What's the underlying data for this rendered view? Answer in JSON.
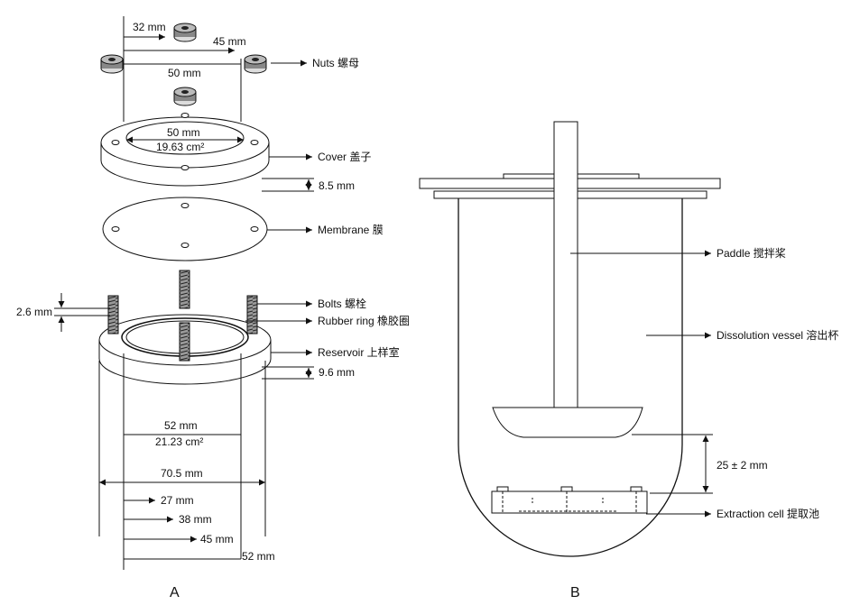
{
  "panel_a": {
    "letter": "A",
    "dims": {
      "d32": "32 mm",
      "d45": "45 mm",
      "d50": "50 mm",
      "cover_d": "50 mm",
      "cover_area": "19.63 cm²",
      "cover_h": "8.5 mm",
      "bolt_h": "2.6 mm",
      "res_h": "9.6 mm",
      "res_d": "52 mm",
      "res_area": "21.23 cm²",
      "outer": "70.5 mm",
      "r27": "27 mm",
      "r38": "38 mm",
      "r45": "45 mm",
      "r52": "52 mm"
    },
    "labels": {
      "nuts": "Nuts 螺母",
      "cover": "Cover 盖子",
      "membrane": "Membrane 膜",
      "bolts": "Bolts 螺栓",
      "rubber": "Rubber ring 橡胶圈",
      "reservoir": "Reservoir 上样室"
    }
  },
  "panel_b": {
    "letter": "B",
    "labels": {
      "paddle": "Paddle 搅拌桨",
      "vessel": "Dissolution vessel 溶出杯",
      "gap": "25 ± 2 mm",
      "cell": "Extraction cell 提取池"
    }
  }
}
